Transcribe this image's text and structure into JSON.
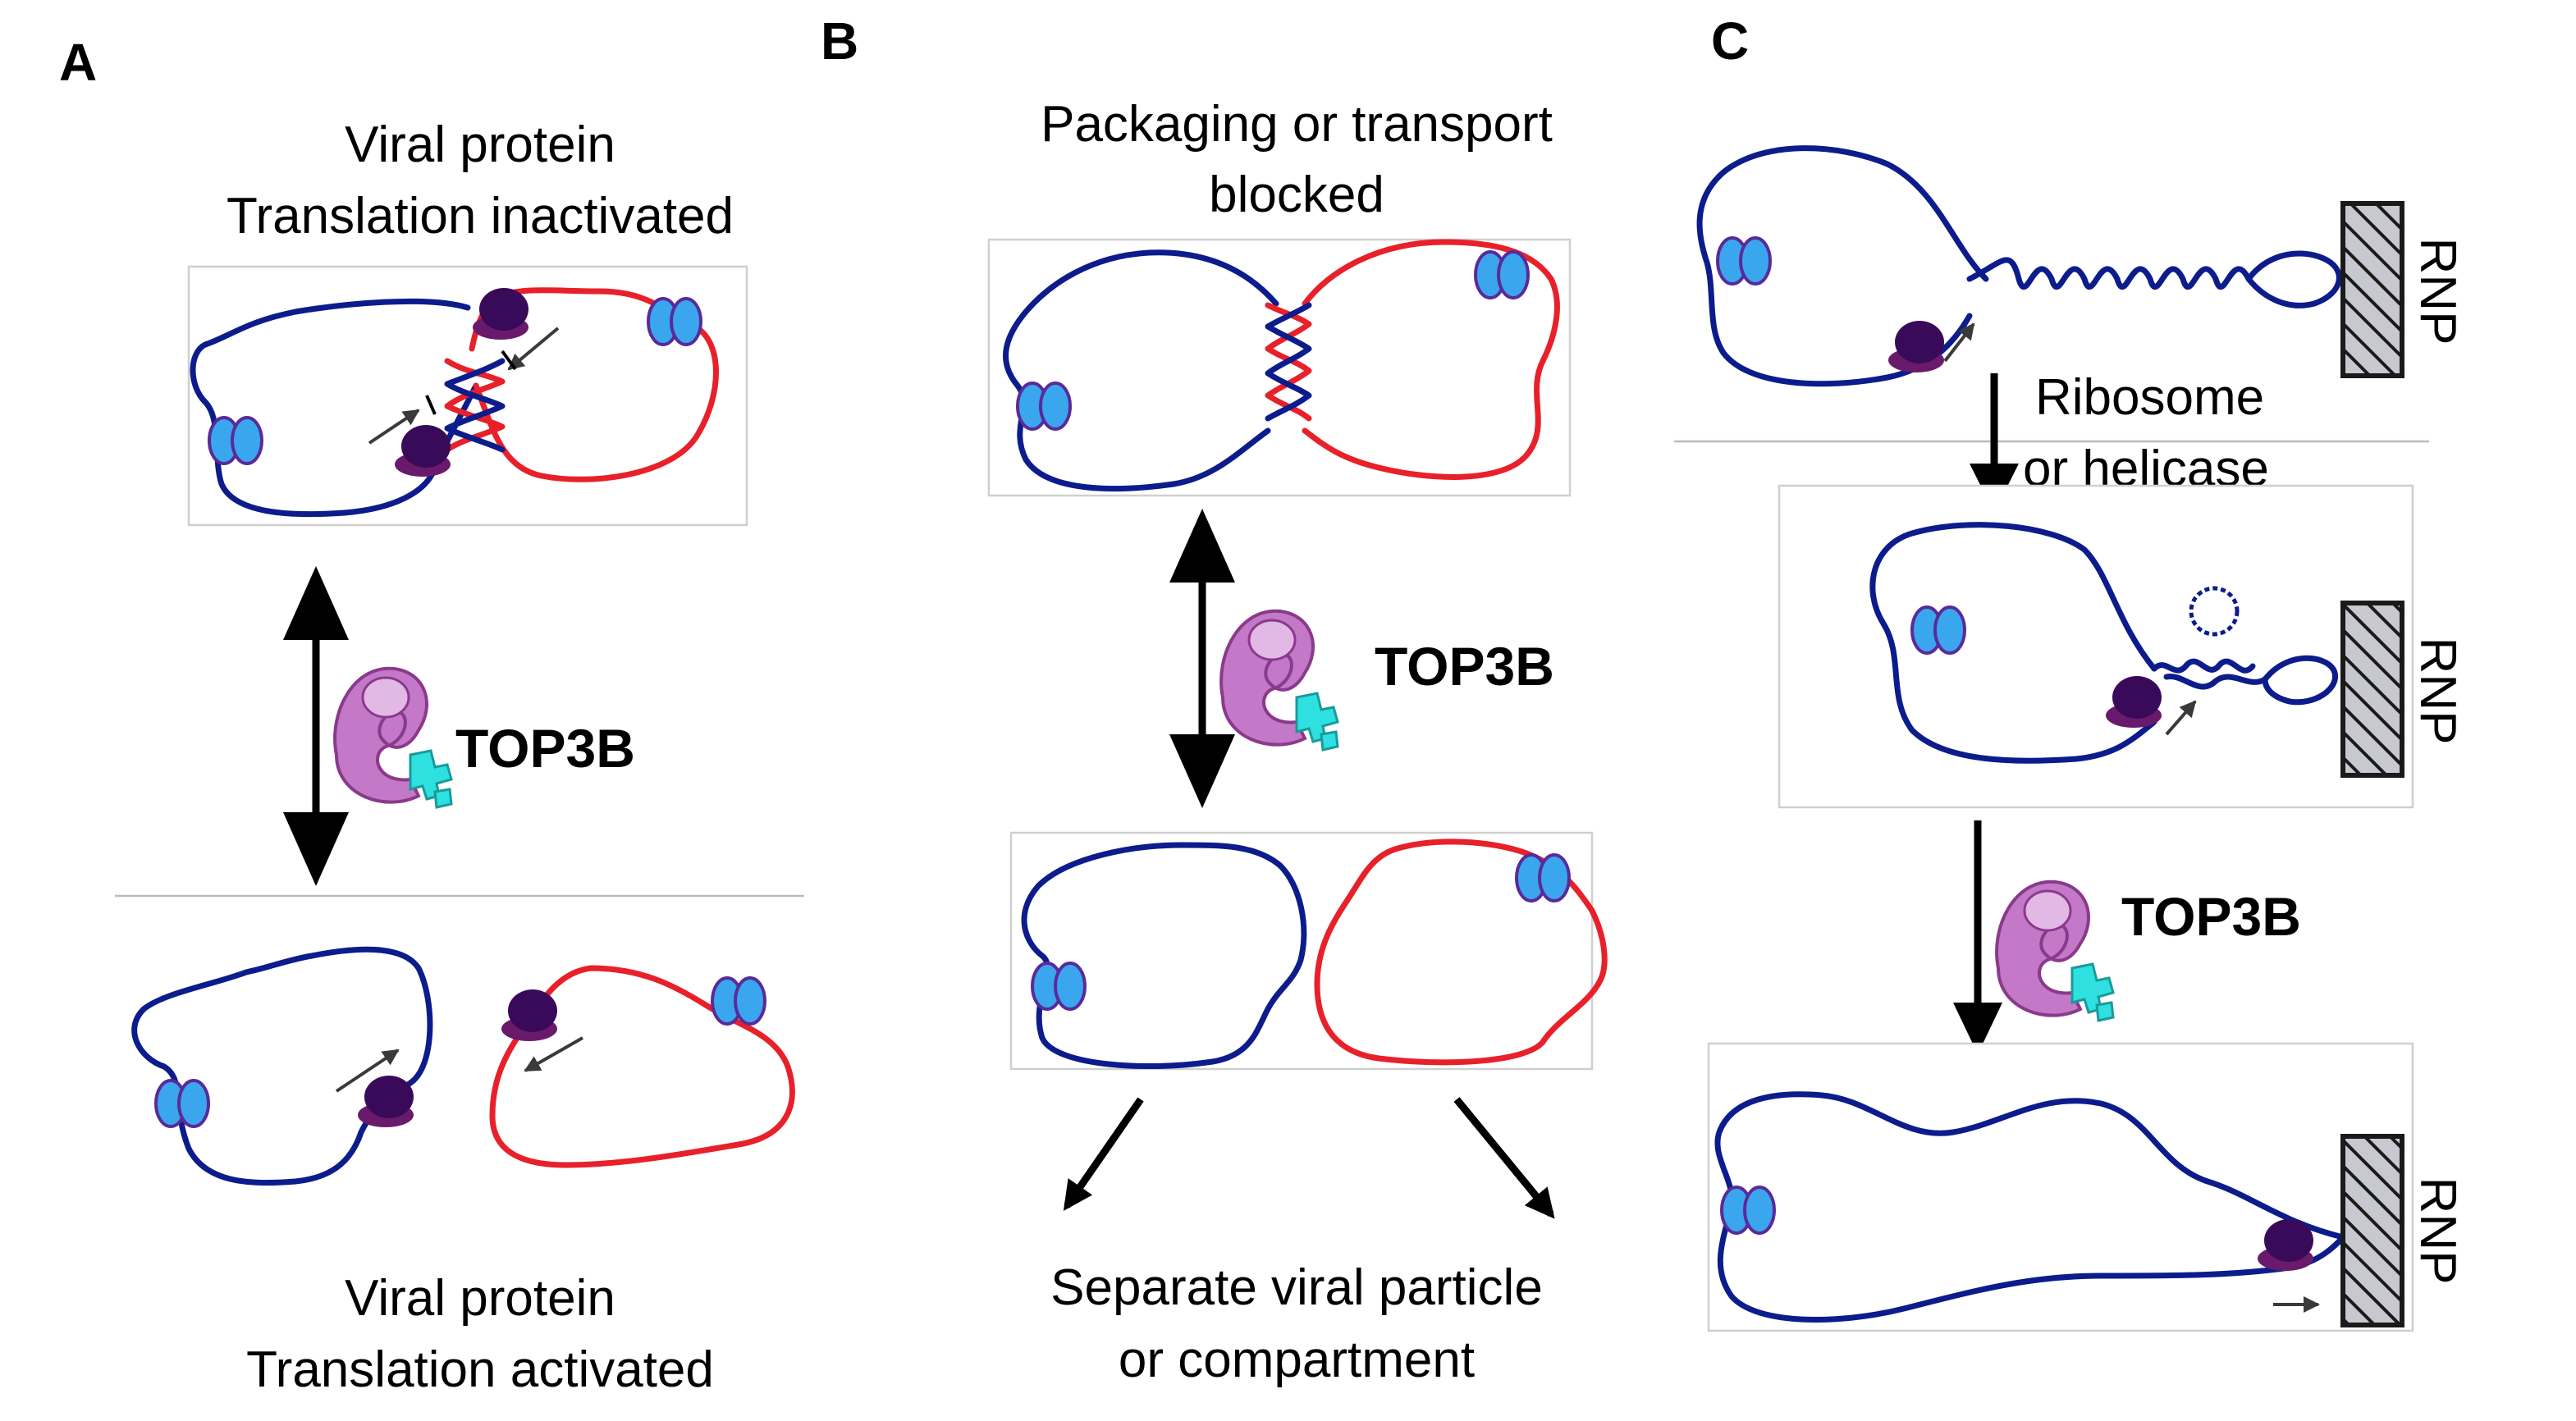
{
  "panels": {
    "a": {
      "letter": "A",
      "top_caption": [
        "Viral protein",
        "Translation inactivated"
      ],
      "bottom_caption": [
        "Viral protein",
        "Translation activated"
      ],
      "enzyme_label": "TOP3B"
    },
    "b": {
      "letter": "B",
      "top_caption": [
        "Packaging or transport",
        "blocked"
      ],
      "bottom_caption": [
        "Separate viral particle",
        "or compartment"
      ],
      "enzyme_label": "TOP3B"
    },
    "c": {
      "letter": "C",
      "step_caption": [
        "Ribosome",
        "or helicase"
      ],
      "enzyme_label": "TOP3B",
      "rnp_label": "RNP"
    }
  },
  "colors": {
    "rna_strand_1": "#0c1c8c",
    "rna_strand_2": "#e8202a",
    "cap_protein": "#3aa6ee",
    "ribosome": "#3a0a5a",
    "top3b_enzyme": "#c478c8",
    "tdrd3_partner": "#2ee0e0"
  },
  "icons": [
    "double-headed-arrow-icon",
    "down-arrow-icon",
    "ribosome-icon",
    "top3b-enzyme-icon",
    "cap-protein-icon",
    "rnp-anchor-icon"
  ]
}
